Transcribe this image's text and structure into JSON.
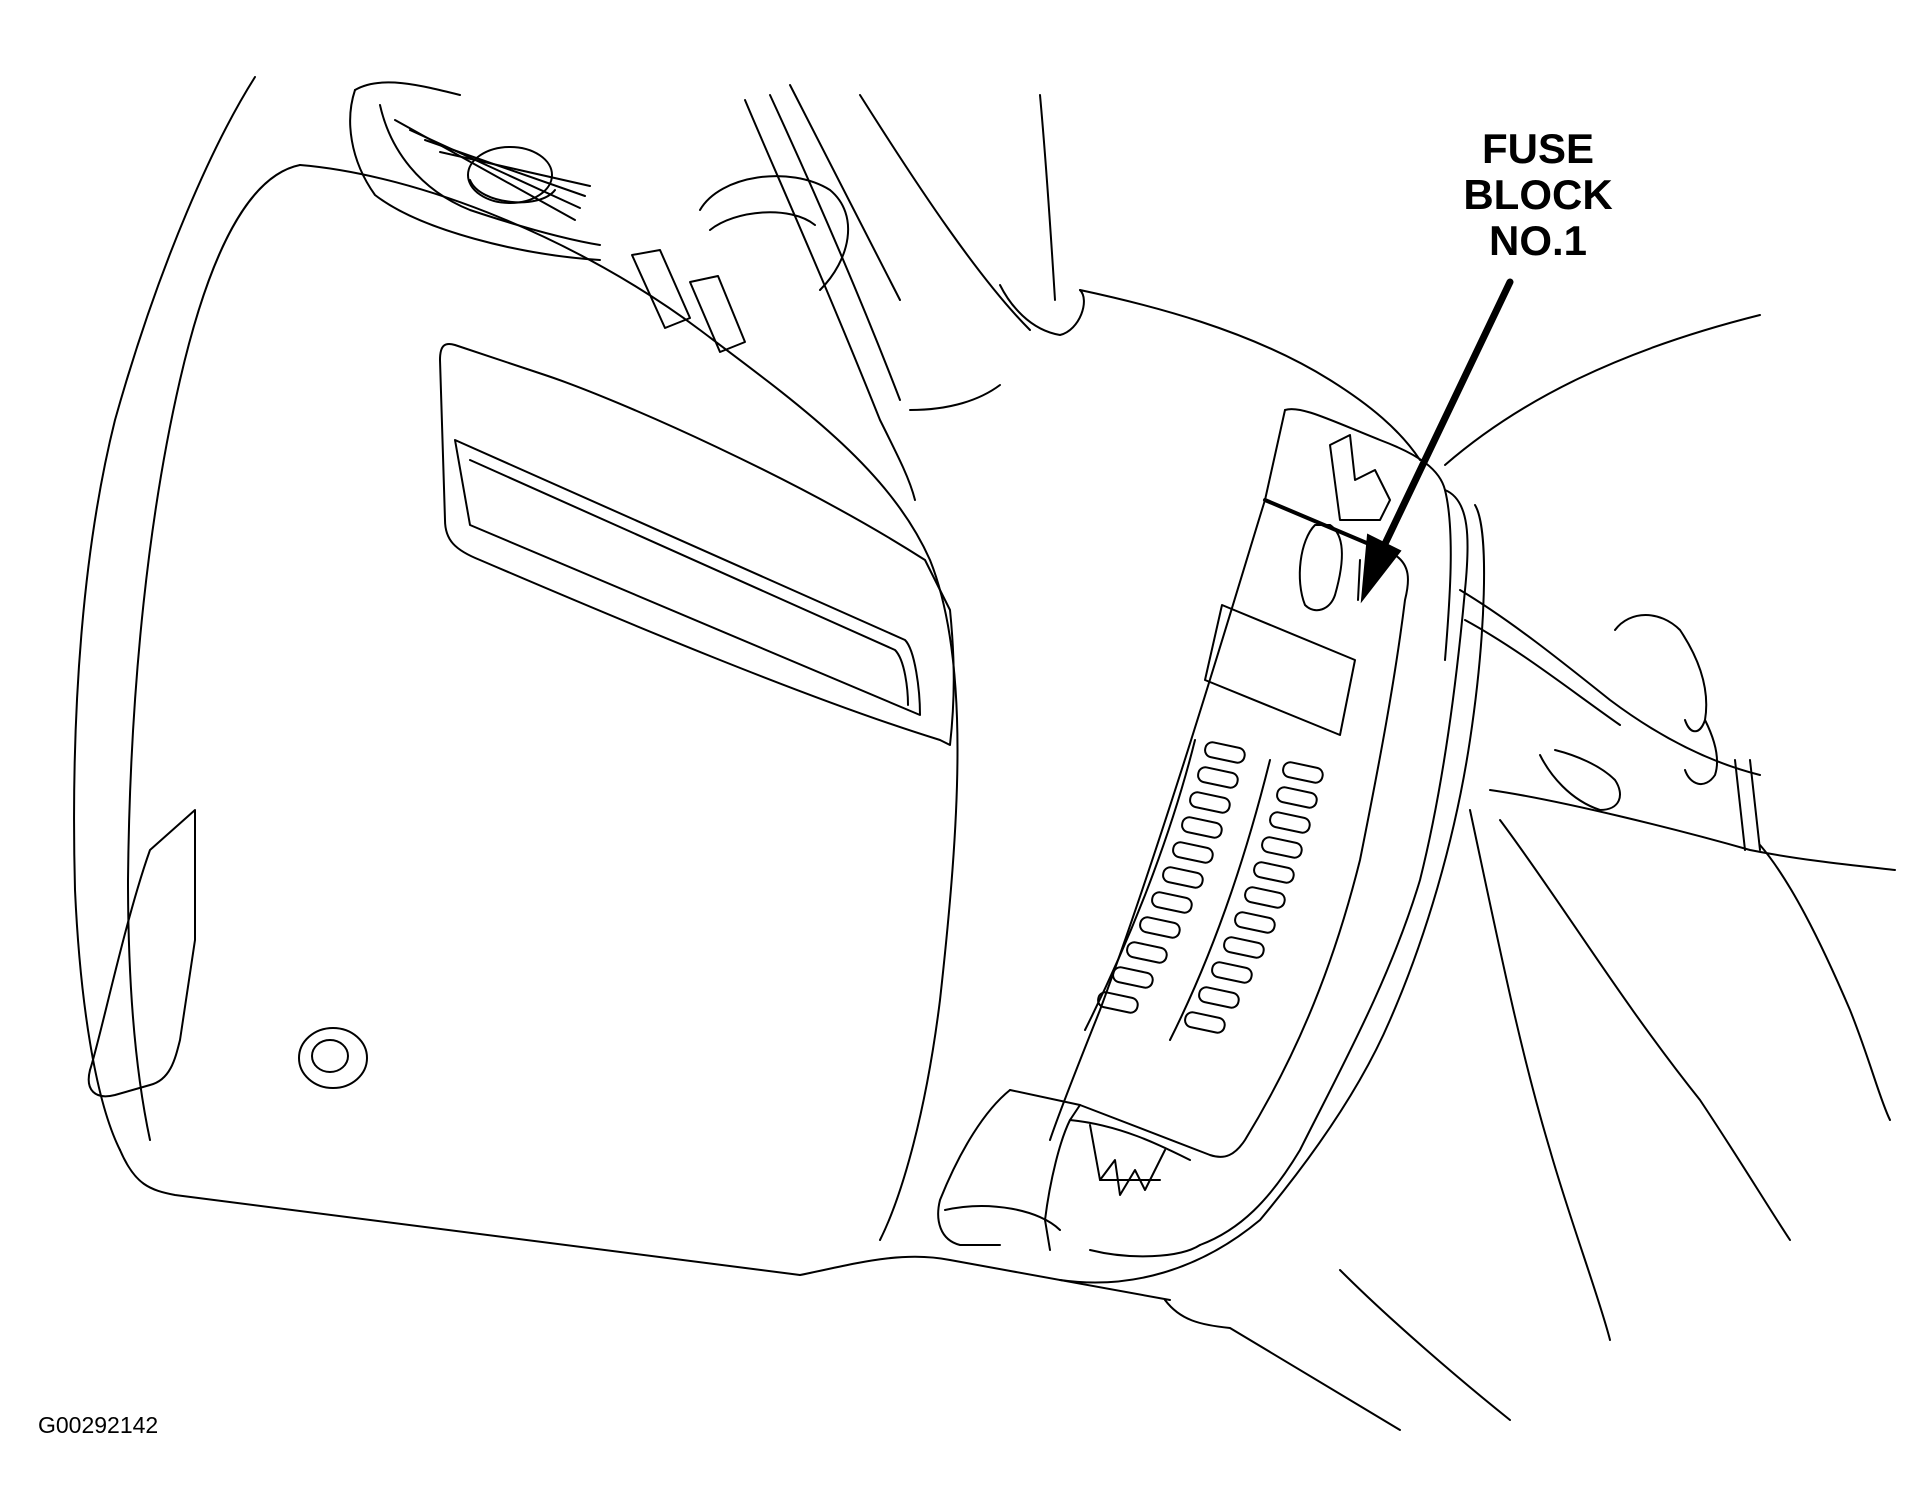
{
  "callout": {
    "lines": [
      "FUSE",
      "BLOCK",
      "NO.1"
    ]
  },
  "figure_id": "G00292142",
  "colors": {
    "line": "#000000",
    "background": "#ffffff"
  }
}
